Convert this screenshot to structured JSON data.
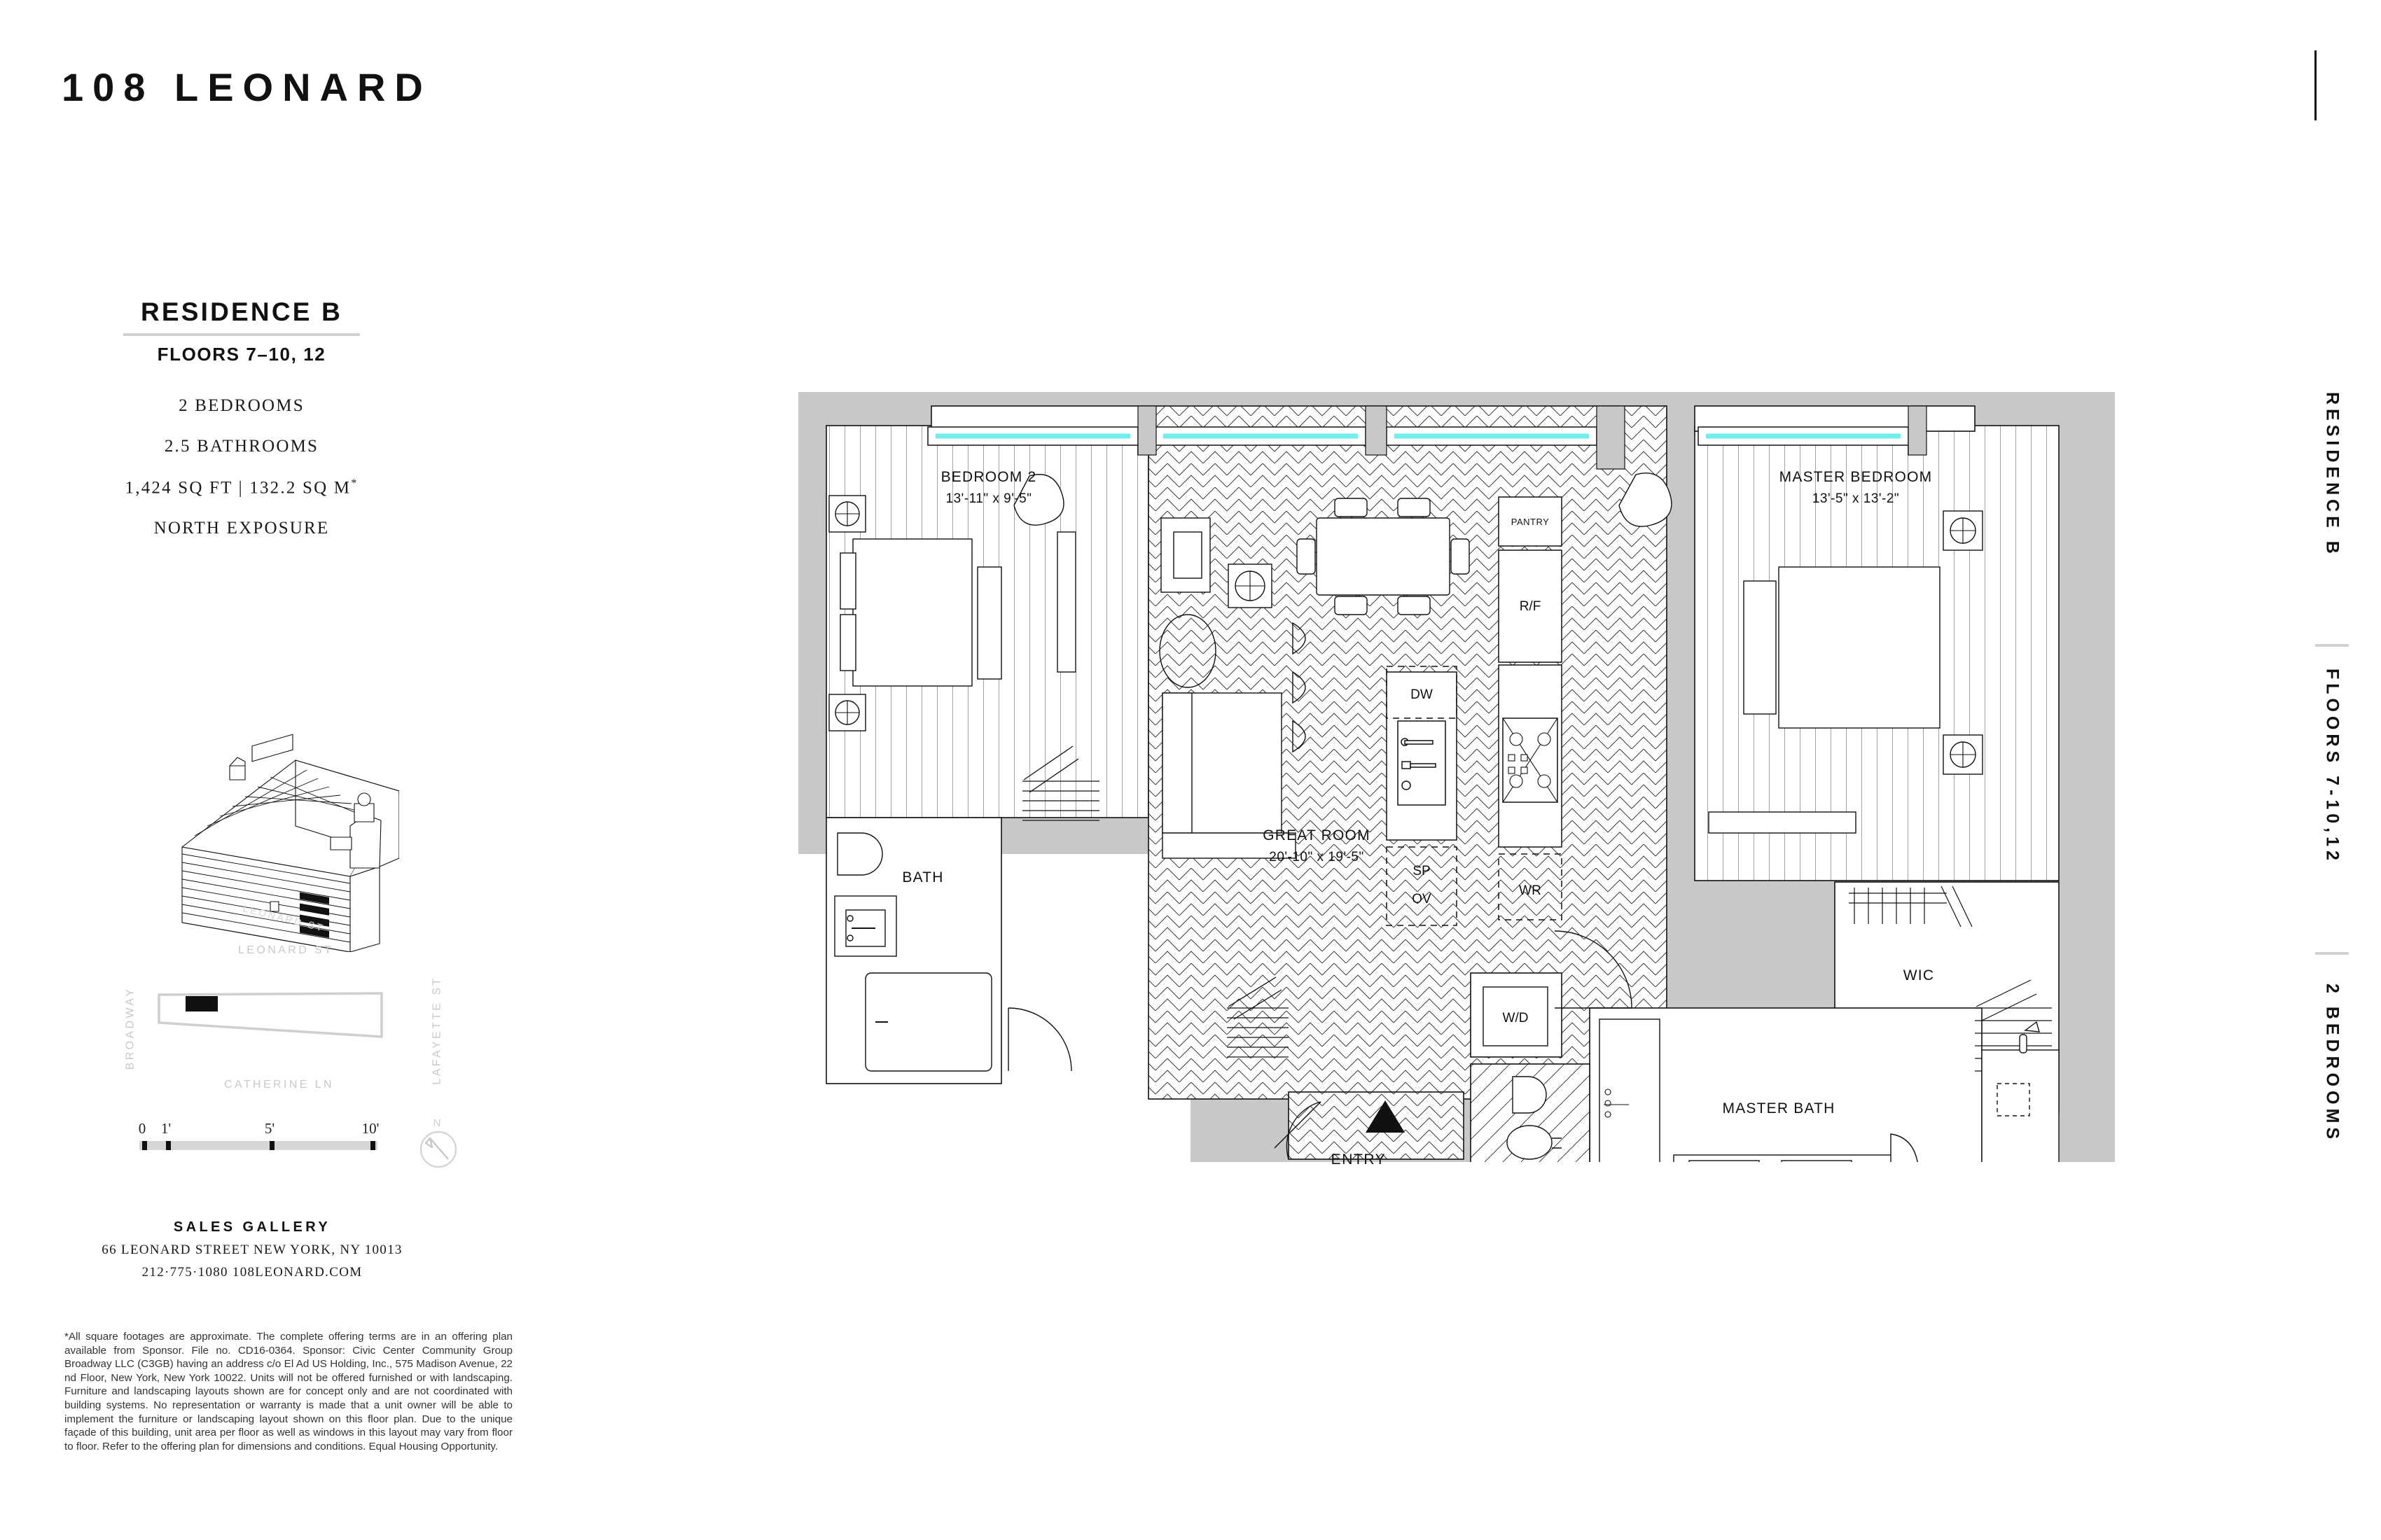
{
  "brand": {
    "title": "108 LEONARD"
  },
  "residence": {
    "name": "RESIDENCE B",
    "floors": "FLOORS 7–10, 12",
    "bedrooms": "2 BEDROOMS",
    "bathrooms": "2.5 BATHROOMS",
    "area": "1,424 SQ FT  |  132.2 SQ M",
    "area_sup": "*",
    "exposure": "NORTH EXPOSURE"
  },
  "side_tab": {
    "residence": "RESIDENCE B",
    "floors": "FLOORS 7-10,12",
    "bedrooms": "2 BEDROOMS"
  },
  "axon": {
    "street_label": "LEONARD ST"
  },
  "sitemap": {
    "leonard": "LEONARD ST",
    "catherine": "CATHERINE LN",
    "broadway": "BROADWAY",
    "lafayette": "LAFAYETTE ST"
  },
  "scale": {
    "t0": "0",
    "t1": "1'",
    "t5": "5'",
    "t10": "10'",
    "north": "N"
  },
  "gallery": {
    "title": "SALES GALLERY",
    "address": "66 LEONARD STREET   NEW YORK, NY 10013",
    "contact": "212·775·1080   108LEONARD.COM"
  },
  "disclaimer": "*All square footages are approximate. The complete offering terms are in an offering plan available from Sponsor. File no. CD16-0364. Sponsor: Civic Center Community Group Broadway LLC (C3GB) having an address c/o El Ad US Holding, Inc., 575 Madison Avenue, 22 nd Floor, New York, New York 10022. Units will not be offered furnished or with landscaping. Furniture and landscaping layouts shown are for concept only and are not coordinated with building systems. No representation or warranty is made that a unit owner will be able to implement the furniture or landscaping layout shown on this floor plan. Due to the unique façade of this building, unit area per floor as well as windows in this layout may vary from floor to floor. Refer to the offering plan for dimensions and conditions. Equal Housing Opportunity.",
  "plan": {
    "entry": "ENTRY",
    "rooms": [
      {
        "name": "BEDROOM 2",
        "dim": "13'-11\" x 9'-5\""
      },
      {
        "name": "MASTER BEDROOM",
        "dim": "13'-5\" x 13'-2\""
      },
      {
        "name": "GREAT ROOM",
        "dim": "20'-10\" x 19'-5\""
      },
      {
        "name": "BATH",
        "dim": ""
      },
      {
        "name": "MASTER BATH",
        "dim": ""
      },
      {
        "name": "WIC",
        "dim": ""
      }
    ],
    "appliances": [
      {
        "code": "PANTRY"
      },
      {
        "code": "R/F"
      },
      {
        "code": "DW"
      },
      {
        "code": "SP"
      },
      {
        "code": "OV"
      },
      {
        "code": "WR"
      },
      {
        "code": "W/D"
      }
    ]
  },
  "colors": {
    "wall": "#c8c8c8",
    "window_glass": "#6ff0ee",
    "rule": "#d2d2d2",
    "sitemap_gray": "#c9c9c9",
    "ink": "#111111"
  }
}
